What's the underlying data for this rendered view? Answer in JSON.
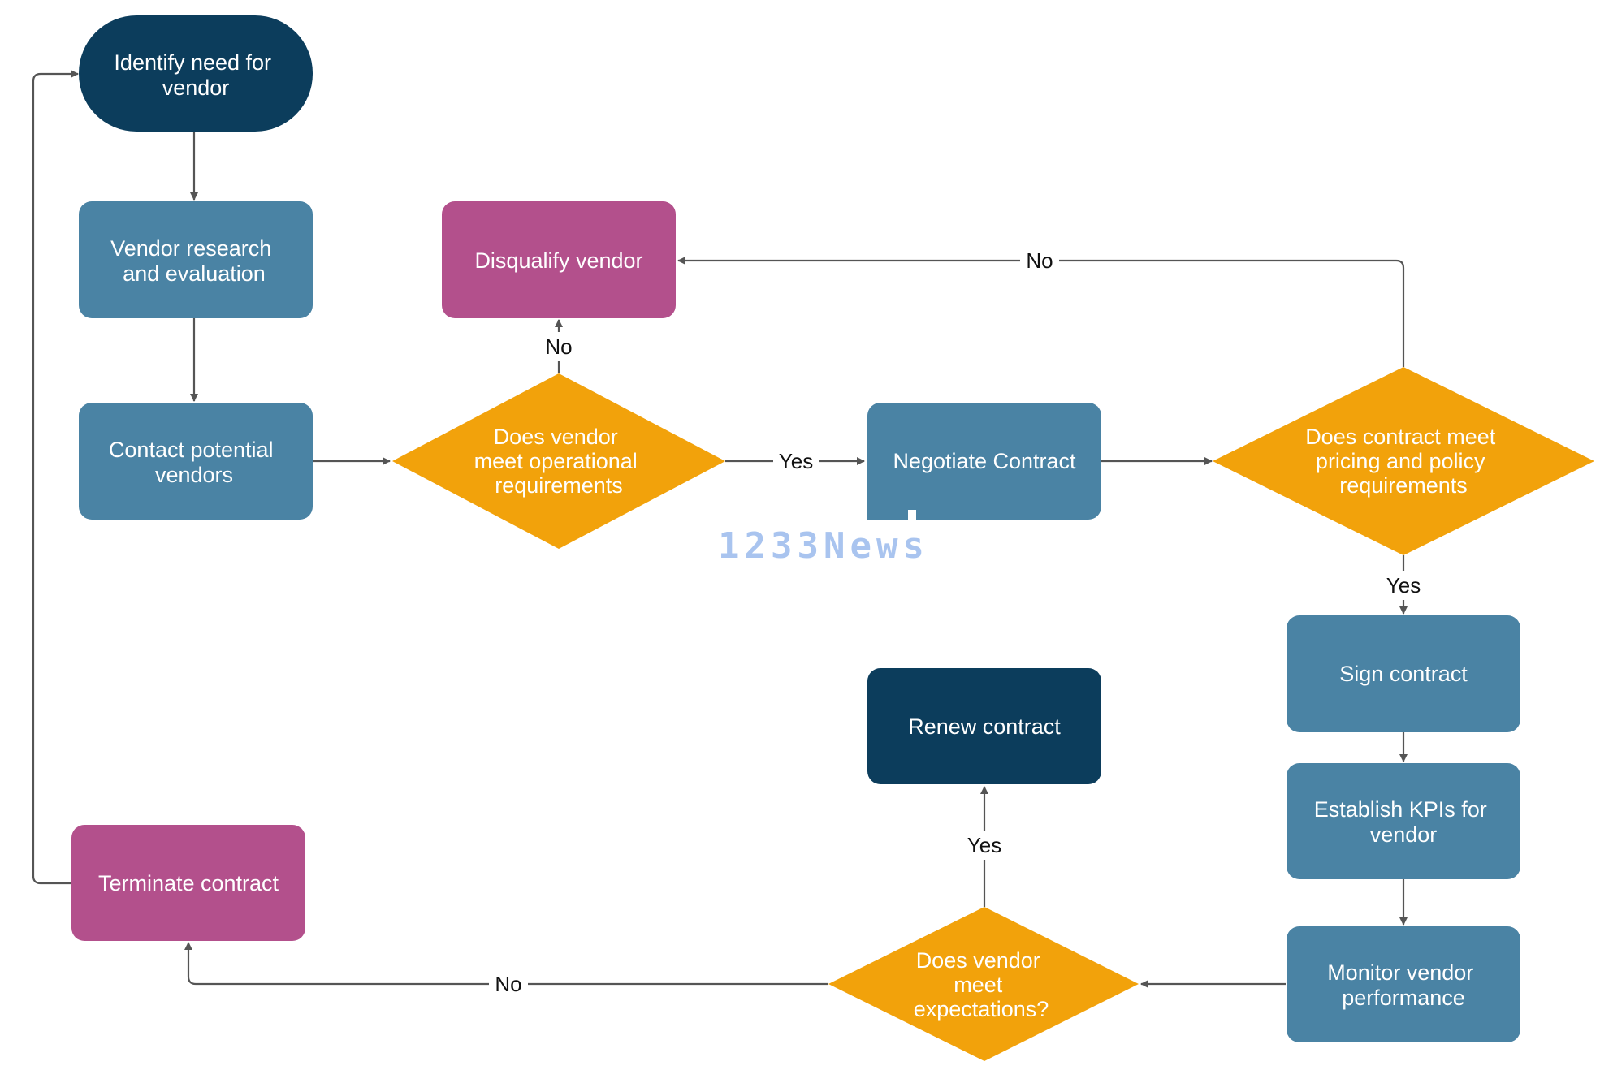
{
  "colors": {
    "dark_navy": "#0c3d5c",
    "steel_blue": "#4a83a4",
    "magenta": "#b3508c",
    "orange": "#f2a20b",
    "connector": "#555555"
  },
  "nodes": {
    "identify_need": {
      "lines": [
        "Identify need for",
        "vendor"
      ]
    },
    "vendor_research": {
      "lines": [
        "Vendor research",
        "and evaluation"
      ]
    },
    "contact_vendors": {
      "lines": [
        "Contact potential",
        "vendors"
      ]
    },
    "operational_decision": {
      "lines": [
        "Does vendor",
        "meet operational",
        "requirements"
      ]
    },
    "disqualify_vendor": {
      "lines": [
        "Disqualify vendor"
      ]
    },
    "negotiate_contract": {
      "lines": [
        "Negotiate Contract"
      ]
    },
    "pricing_decision": {
      "lines": [
        "Does contract meet",
        "pricing and policy",
        "requirements"
      ]
    },
    "sign_contract": {
      "lines": [
        "Sign contract"
      ]
    },
    "establish_kpis": {
      "lines": [
        "Establish KPIs for",
        "vendor"
      ]
    },
    "monitor_performance": {
      "lines": [
        "Monitor vendor",
        "performance"
      ]
    },
    "expectations_decision": {
      "lines": [
        "Does vendor",
        "meet",
        "expectations?"
      ]
    },
    "renew_contract": {
      "lines": [
        "Renew contract"
      ]
    },
    "terminate_contract": {
      "lines": [
        "Terminate contract"
      ]
    }
  },
  "edge_labels": {
    "operational_no": "No",
    "operational_yes": "Yes",
    "pricing_no": "No",
    "pricing_yes": "Yes",
    "expectations_yes": "Yes",
    "expectations_no": "No"
  },
  "watermark": "1233News"
}
